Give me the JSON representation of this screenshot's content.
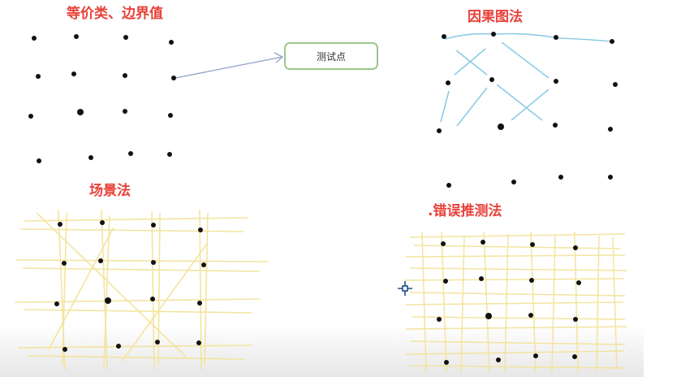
{
  "slide": {
    "sections": {
      "equivalence": {
        "title": "等价类、边界值"
      },
      "cause_effect": {
        "title": "因果图法"
      },
      "scenario": {
        "title": "场景法"
      },
      "error_guessing": {
        "title": ".错误推测法"
      }
    },
    "callout": {
      "label": "测试点"
    }
  },
  "colors": {
    "title_red": "#e8413a",
    "dot": "#111111",
    "cause_line": "#8ccbe6",
    "grid_line": "#f3e39a",
    "callout_border": "#9cc88a",
    "cursor": "#1c4f86"
  },
  "icons": {
    "cursor": "crosshair-move-cursor-icon"
  }
}
